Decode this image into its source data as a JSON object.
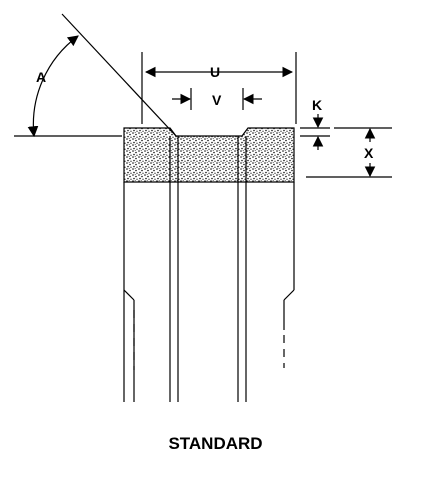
{
  "labels": {
    "angle": "A",
    "outer_width": "U",
    "inner_width": "V",
    "top_step": "K",
    "band_height": "X"
  },
  "caption": "STANDARD",
  "colors": {
    "ink": "#000000",
    "background": "#ffffff"
  }
}
